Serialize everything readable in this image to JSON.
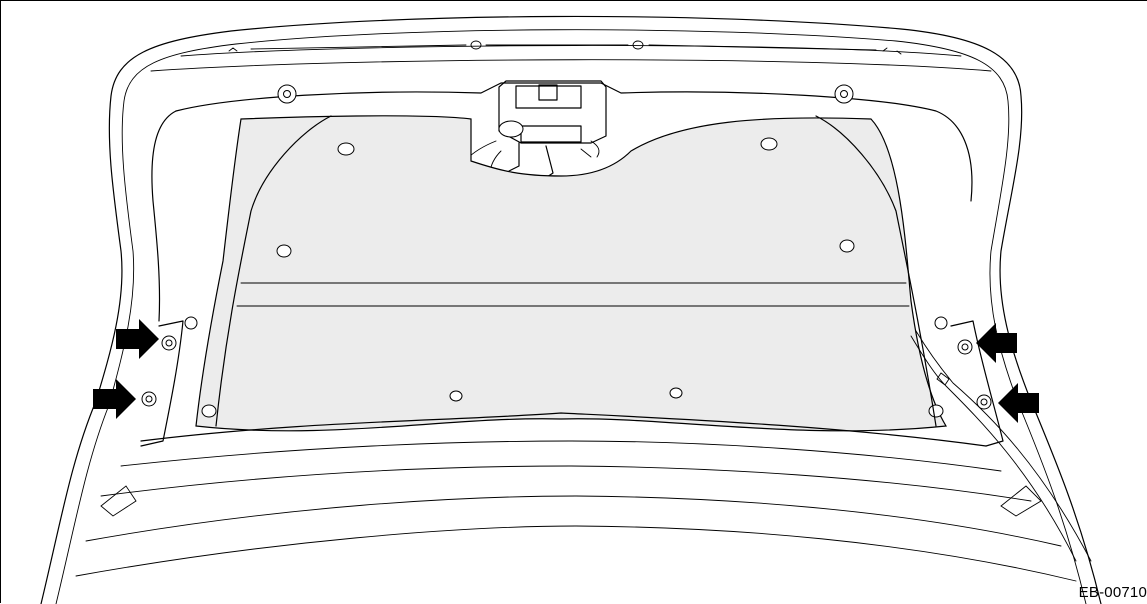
{
  "figure": {
    "code": "EB-00710",
    "subject": "trunk-lid-inner-panel",
    "arrow_count": 4,
    "arrow_color": "#000000",
    "panel_fill": "#ececec",
    "line_color": "#000000"
  }
}
